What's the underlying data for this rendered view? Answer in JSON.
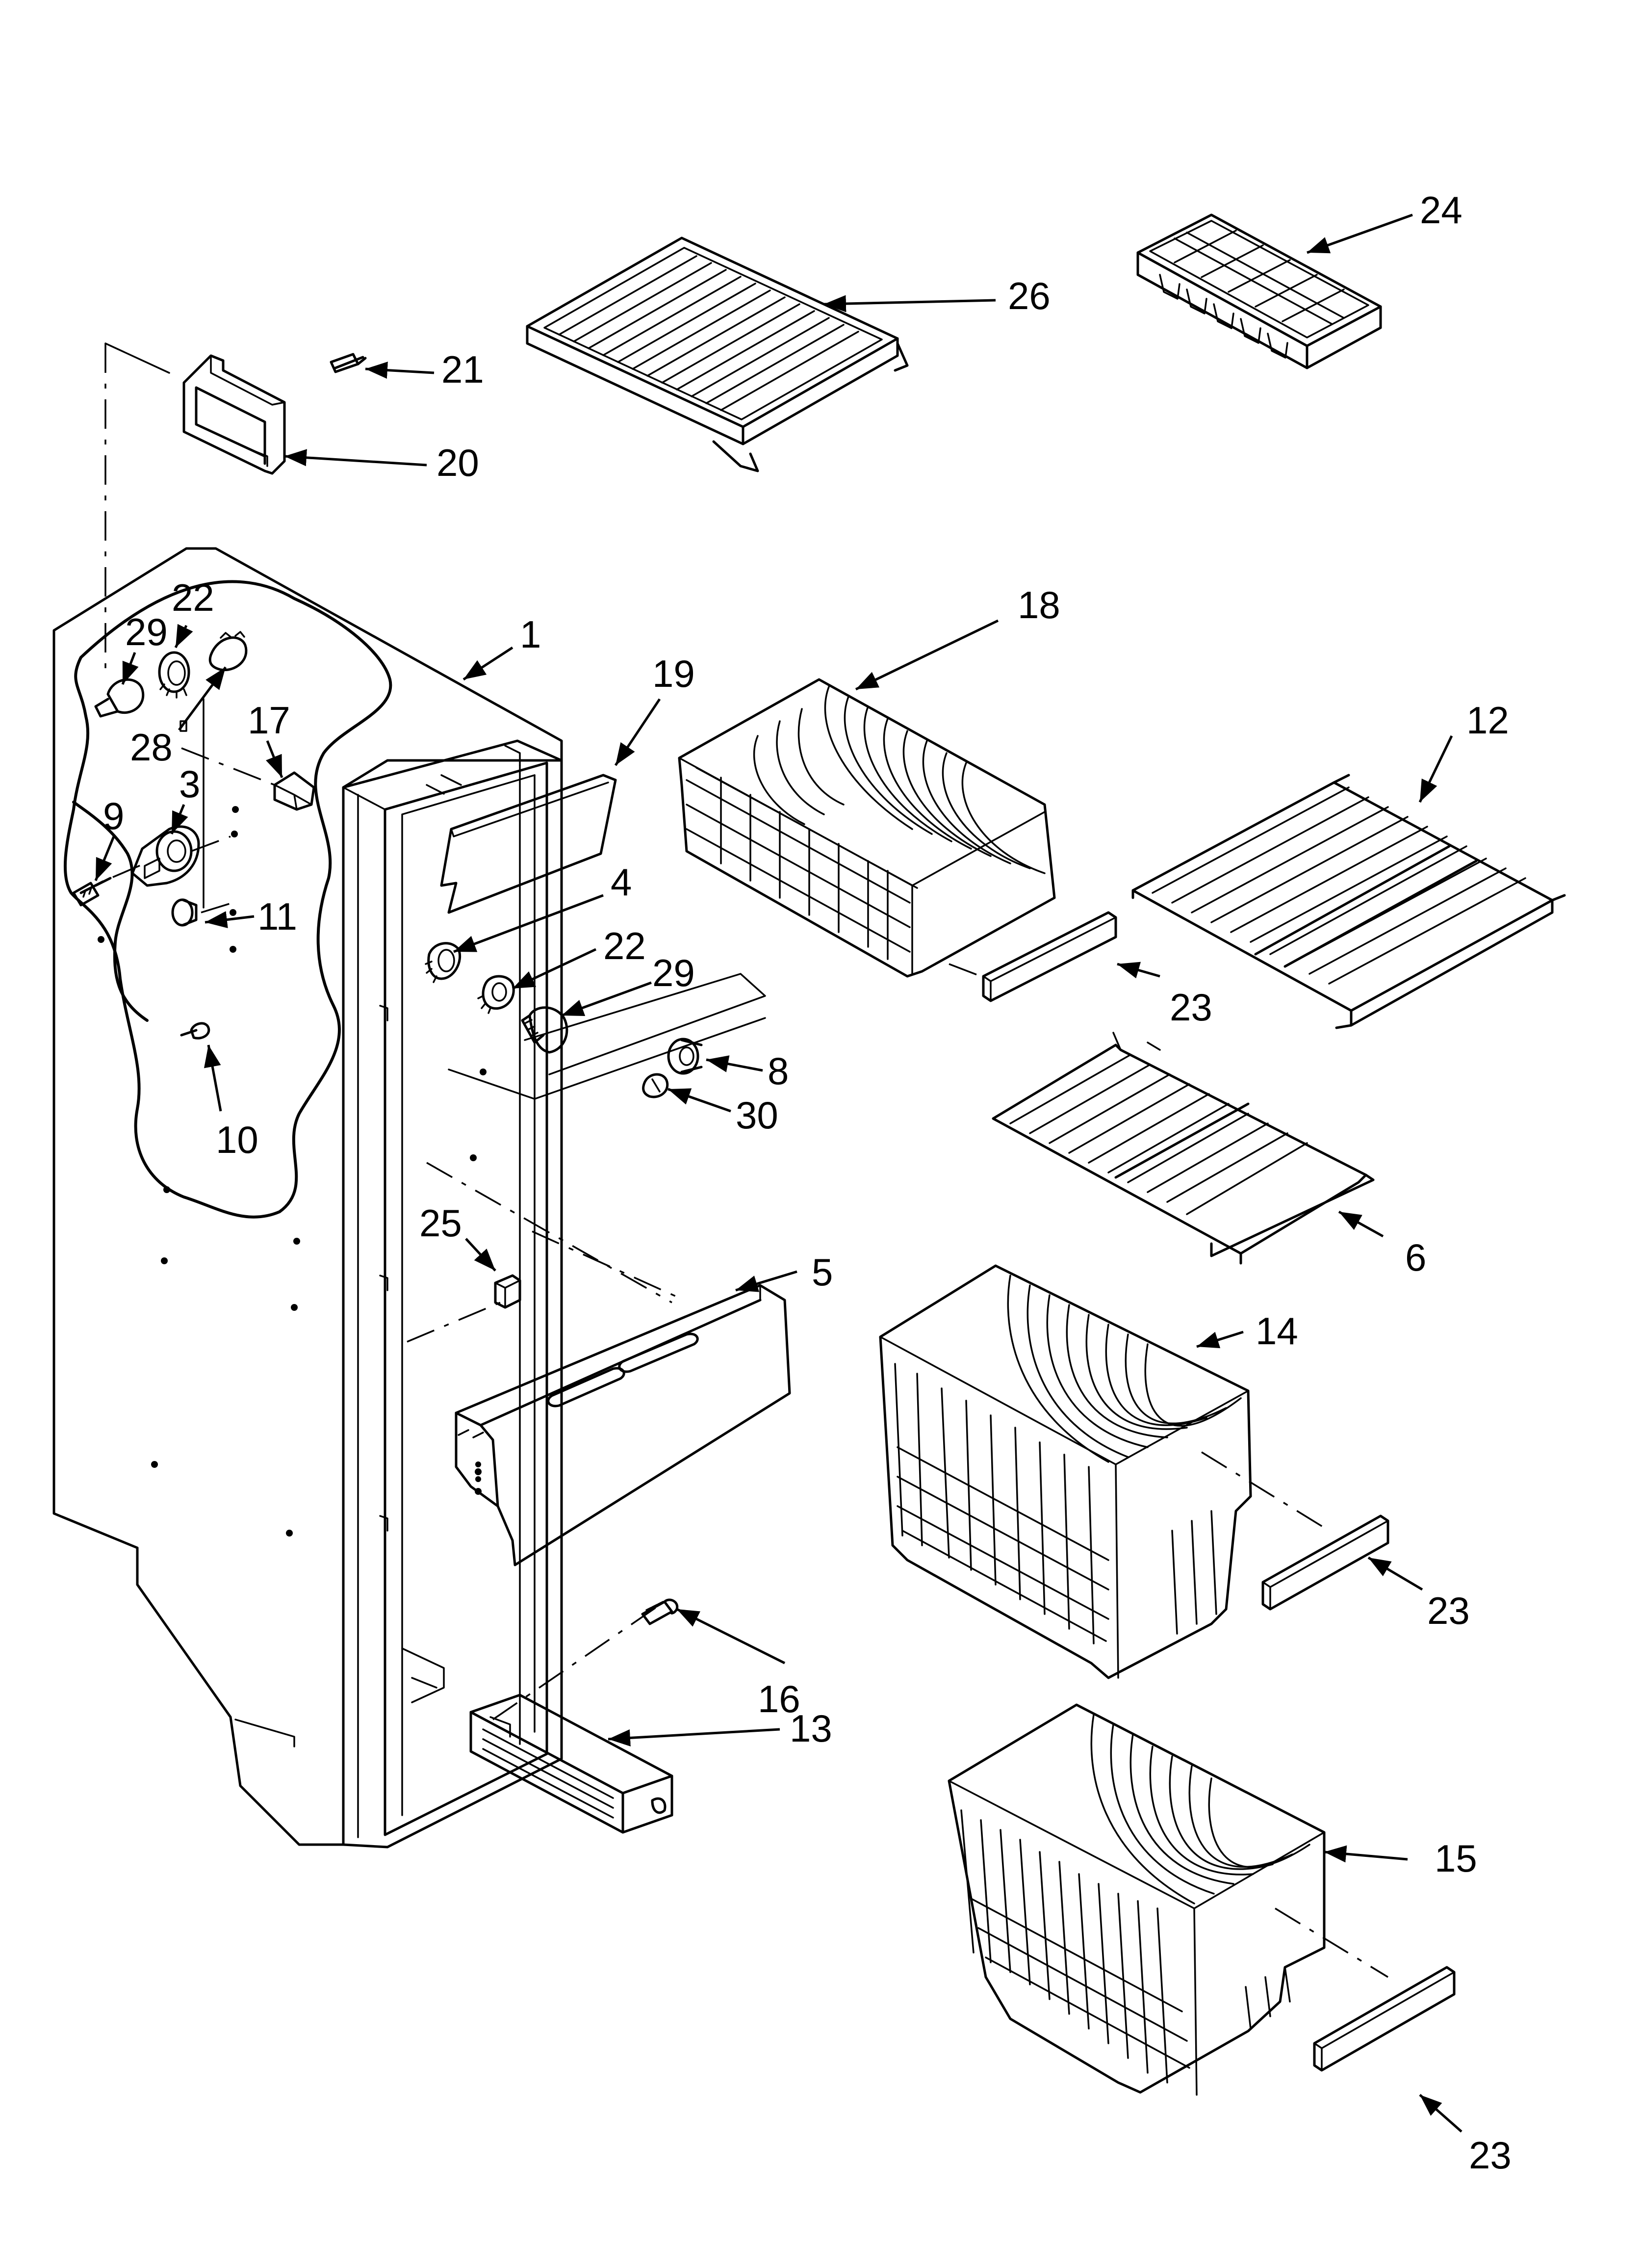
{
  "callouts": [
    {
      "id": "c24",
      "label": "24"
    },
    {
      "id": "c26",
      "label": "26"
    },
    {
      "id": "c21",
      "label": "21"
    },
    {
      "id": "c20",
      "label": "20"
    },
    {
      "id": "c22a",
      "label": "22"
    },
    {
      "id": "c29a",
      "label": "29"
    },
    {
      "id": "c28",
      "label": "28"
    },
    {
      "id": "c17",
      "label": "17"
    },
    {
      "id": "c3",
      "label": "3"
    },
    {
      "id": "c9",
      "label": "9"
    },
    {
      "id": "c11",
      "label": "11"
    },
    {
      "id": "c10",
      "label": "10"
    },
    {
      "id": "c1",
      "label": "1"
    },
    {
      "id": "c19",
      "label": "19"
    },
    {
      "id": "c4",
      "label": "4"
    },
    {
      "id": "c22b",
      "label": "22"
    },
    {
      "id": "c29b",
      "label": "29"
    },
    {
      "id": "c8",
      "label": "8"
    },
    {
      "id": "c30",
      "label": "30"
    },
    {
      "id": "c18",
      "label": "18"
    },
    {
      "id": "c12",
      "label": "12"
    },
    {
      "id": "c23a",
      "label": "23"
    },
    {
      "id": "c6",
      "label": "6"
    },
    {
      "id": "c25",
      "label": "25"
    },
    {
      "id": "c5",
      "label": "5"
    },
    {
      "id": "c14",
      "label": "14"
    },
    {
      "id": "c23b",
      "label": "23"
    },
    {
      "id": "c16",
      "label": "16"
    },
    {
      "id": "c13",
      "label": "13"
    },
    {
      "id": "c15",
      "label": "15"
    },
    {
      "id": "c23c",
      "label": "23"
    }
  ]
}
